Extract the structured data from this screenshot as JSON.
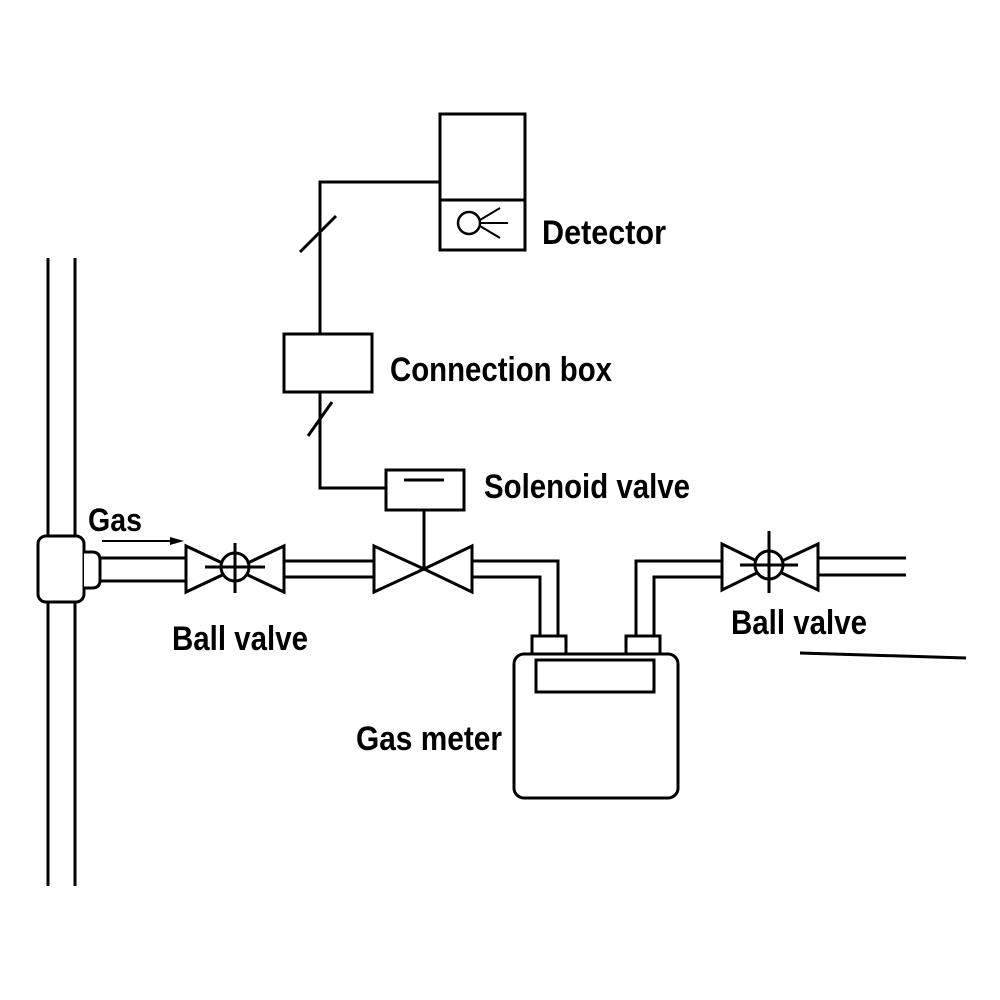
{
  "labels": {
    "detector": "Detector",
    "connection_box": "Connection box",
    "solenoid_valve": "Solenoid valve",
    "gas": "Gas",
    "ball_valve_left": "Ball valve",
    "ball_valve_right": "Ball valve",
    "gas_meter": "Gas meter"
  },
  "colors": {
    "stroke": "#000000",
    "background": "#ffffff"
  }
}
